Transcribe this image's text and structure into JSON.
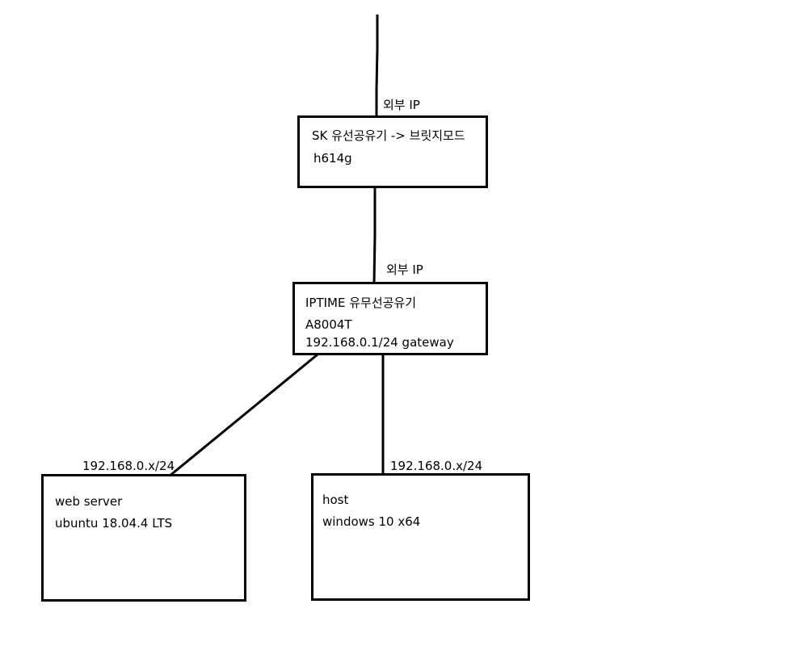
{
  "labels": {
    "external_ip_top": "외부 IP",
    "external_ip_mid": "외부 IP",
    "subnet_left": "192.168.0.x/24",
    "subnet_right": "192.168.0.x/24"
  },
  "sk_router": {
    "line1": "SK 유선공유기  -> 브릿지모드",
    "line2": "h614g"
  },
  "iptime_router": {
    "line1": "IPTIME 유무선공유기",
    "line2": "A8004T",
    "line3": "192.168.0.1/24 gateway"
  },
  "web_server": {
    "line1": "web server",
    "line2": "ubuntu 18.04.4 LTS"
  },
  "host": {
    "line1": "host",
    "line2": "windows 10 x64"
  }
}
